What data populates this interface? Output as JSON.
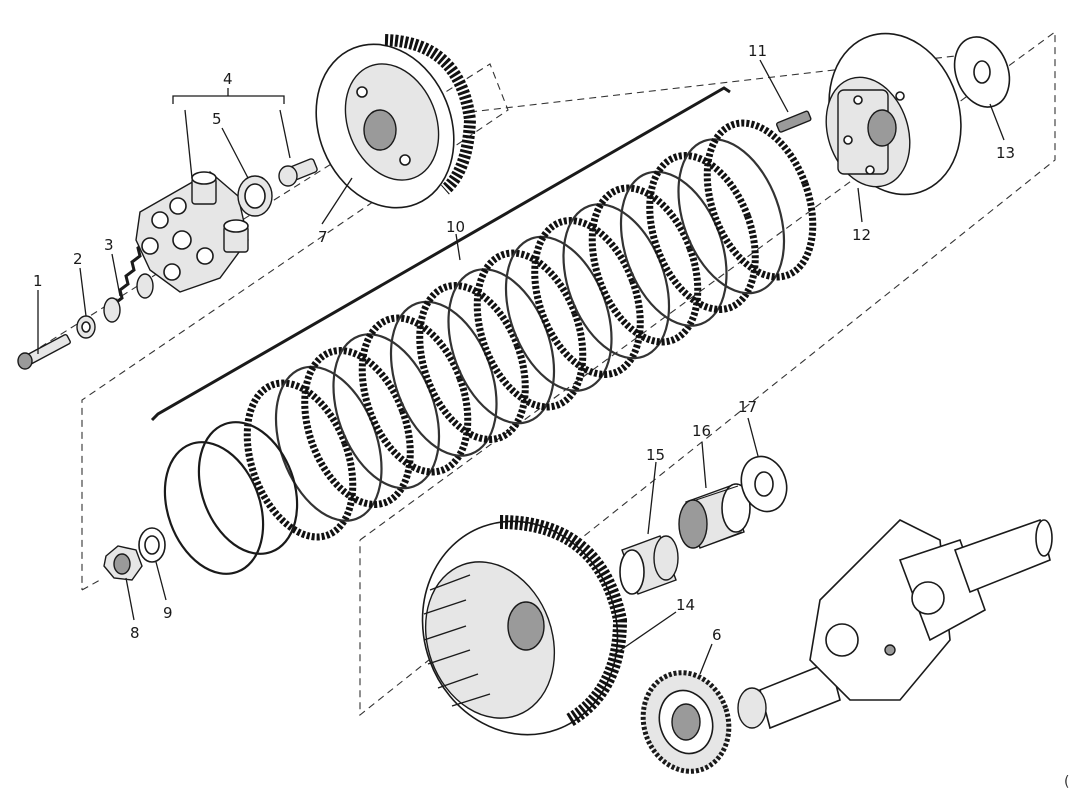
{
  "diagram": {
    "callouts": [
      {
        "id": "1",
        "label": "1"
      },
      {
        "id": "2",
        "label": "2"
      },
      {
        "id": "3",
        "label": "3"
      },
      {
        "id": "4",
        "label": "4"
      },
      {
        "id": "5",
        "label": "5"
      },
      {
        "id": "6",
        "label": "6"
      },
      {
        "id": "7",
        "label": "7"
      },
      {
        "id": "8",
        "label": "8"
      },
      {
        "id": "9",
        "label": "9"
      },
      {
        "id": "10",
        "label": "10"
      },
      {
        "id": "11",
        "label": "11"
      },
      {
        "id": "12",
        "label": "12"
      },
      {
        "id": "13",
        "label": "13"
      },
      {
        "id": "14",
        "label": "14"
      },
      {
        "id": "15",
        "label": "15"
      },
      {
        "id": "16",
        "label": "16"
      },
      {
        "id": "17",
        "label": "17"
      }
    ],
    "corner_mark": "("
  }
}
